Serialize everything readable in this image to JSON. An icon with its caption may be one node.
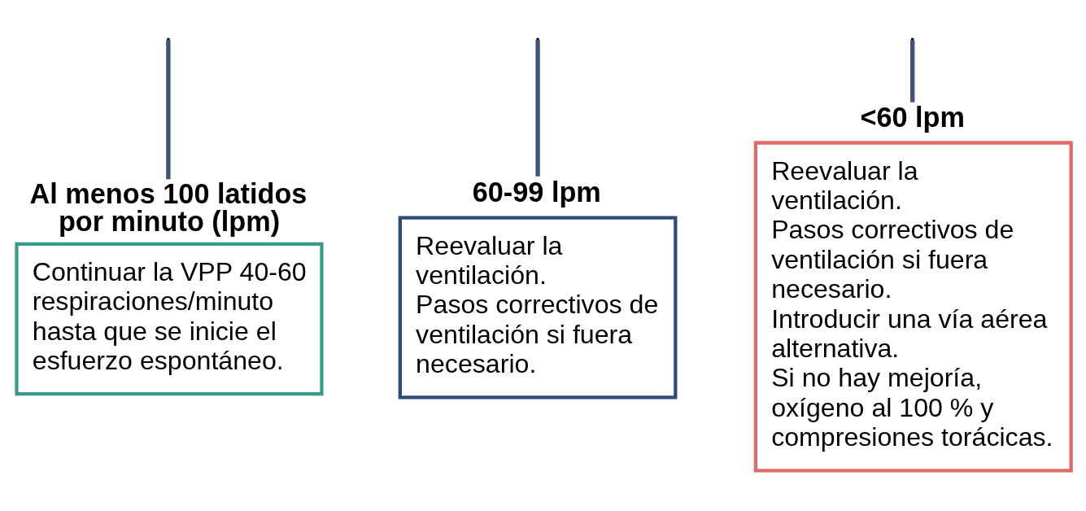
{
  "diagram": {
    "nodes": [
      {
        "text": [
          "Al menos 100 latidos por minuto (lpm)",
          "Continuar la VPP 40-60 respiraciones/minuto hasta que se inicie el esfuerzo espontáneo."
        ]
      },
      {
        "text": [
          "60-99 lpm",
          "Reevaluar la ventilación.",
          "Pasos correctivos de ventilación si fuera necesario."
        ]
      },
      {
        "text": [
          "<60 lpm",
          "Reevaluar la ventilación.",
          "Pasos correctivos de ventilación si fuera necesario.",
          "Introducir una vía aérea alternativa.",
          "Si no hay mejoría, oxígeno al 100 % y compresiones torácicas."
        ]
      }
    ],
    "edges": [
      {
        "from": null,
        "to": 0,
        "arrow": "none"
      },
      {
        "from": null,
        "to": 1,
        "arrow": "none"
      },
      {
        "from": null,
        "to": 2,
        "arrow": "none"
      }
    ]
  }
}
